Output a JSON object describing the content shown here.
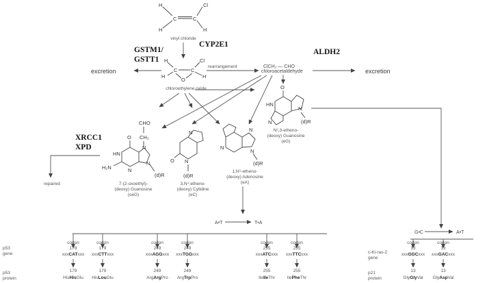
{
  "enzymes": {
    "cyp2e1": "CYP2E1",
    "gstm1": "GSTM1/",
    "gstt1": "GSTT1",
    "aldh2": "ALDH2",
    "xrcc1": "XRCC1",
    "xpd": "XPD"
  },
  "compounds": {
    "vinyl_chloride": "vinyl chloride",
    "chloroethylene_oxide": "chloroethylene oxide",
    "rearrangement": "rearrangement",
    "chloroacetaldehyde_formula": "ClCH₂ — CHO",
    "chloroacetaldehyde": "chloroacetaldehyde",
    "excretion_left": "excretion",
    "excretion_right": "excretion",
    "repaired": "repaired"
  },
  "adducts": {
    "oeg": [
      "7-(2-oxoethyl)-",
      "(deoxy) Guanosine",
      "(oeG)"
    ],
    "ec": [
      "3,N⁴-etheno-",
      "(deoxy) Cytidine",
      "(eC)"
    ],
    "ea": [
      "1,N⁶-etheno-",
      "(deoxy) Adenosine",
      "(eA)"
    ],
    "eg": [
      "N²,3-etheno-",
      "(deoxy) Guanosine",
      "(eG)"
    ]
  },
  "atoms": {
    "cl": "Cl",
    "h": "H",
    "c": "C",
    "o": "O",
    "n": "N",
    "hn": "HN",
    "h2n": "H₂N",
    "cho": "CHO",
    "ch2": "CH₂",
    "dr": "(d)R",
    "o_eq": "O"
  },
  "mutations": {
    "at_from": "A•T",
    "at_to": "T•A",
    "gc_from": "G•C",
    "gc_to": "A•T",
    "p53_gene": [
      "p53",
      "gene"
    ],
    "p53_protein": [
      "p53",
      "protein"
    ],
    "kras_gene": [
      "c-Ki-ras-2",
      "gene"
    ],
    "p21_protein": [
      "p21",
      "protein"
    ],
    "codon_word": "codon",
    "columns": [
      {
        "codon": "179",
        "prefix": "xxx",
        "seq": "CAT",
        "suffix": "xxx",
        "num": "179",
        "pre": "His",
        "aa": "His",
        "post": "Glu"
      },
      {
        "codon": "179",
        "prefix": "xxx",
        "seq": "CTT",
        "suffix": "xxx",
        "num": "179",
        "pre": "His",
        "aa": "Lou",
        "post": "Glu"
      },
      {
        "codon": "249",
        "prefix": "xxx",
        "seq": "AGG",
        "suffix": "xxx",
        "num": "249",
        "pre": "Arg",
        "aa": "Arg",
        "post": "Pro"
      },
      {
        "codon": "249",
        "prefix": "xxx",
        "seq": "TGG",
        "suffix": "xxx",
        "num": "249",
        "pre": "Arg",
        "aa": "Trp",
        "post": "Pro"
      },
      {
        "codon": "255",
        "prefix": "xxx",
        "seq": "ATC",
        "suffix": "xxx",
        "num": "255",
        "pre": "Ile",
        "aa": "Ile",
        "post": "Thr"
      },
      {
        "codon": "255",
        "prefix": "xxx",
        "seq": "TTC",
        "suffix": "xxx",
        "num": "255",
        "pre": "Ile",
        "aa": "Phe",
        "post": "Thr"
      },
      {
        "codon": "13",
        "prefix": "xxx",
        "seq": "GGC",
        "suffix": "xxx",
        "num": "13",
        "pre": "Gly",
        "aa": "Gly",
        "post": "Val"
      },
      {
        "codon": "13",
        "prefix": "xxx",
        "seq": "GAC",
        "suffix": "xxx",
        "num": "13",
        "pre": "Gly",
        "aa": "Asp",
        "post": "Val"
      }
    ]
  }
}
